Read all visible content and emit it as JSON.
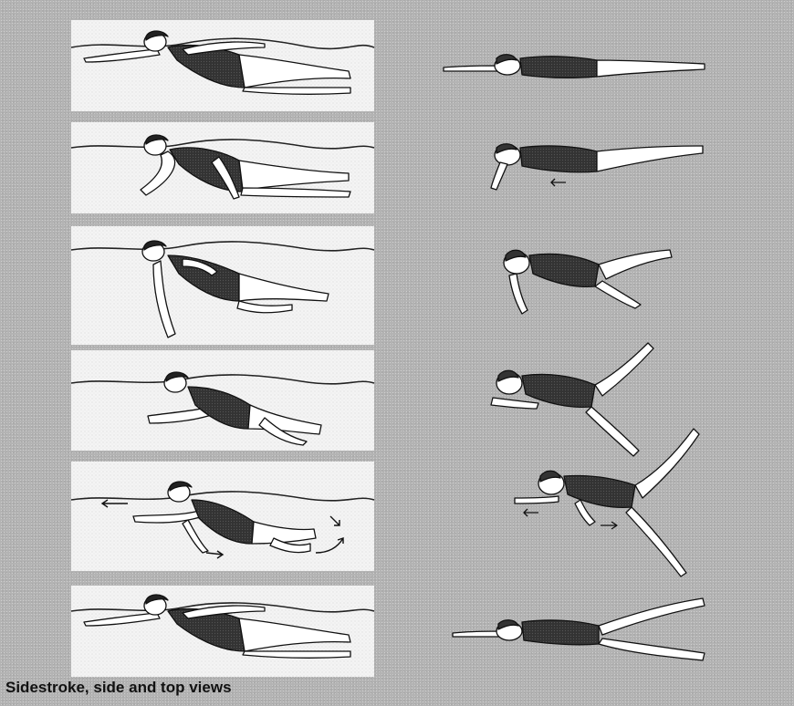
{
  "caption": "Sidestroke, side and top views",
  "figure": {
    "phases": 6,
    "left_column": "side view, swimmer on side at water surface",
    "right_column": "top view, swimmer in prone outline"
  }
}
